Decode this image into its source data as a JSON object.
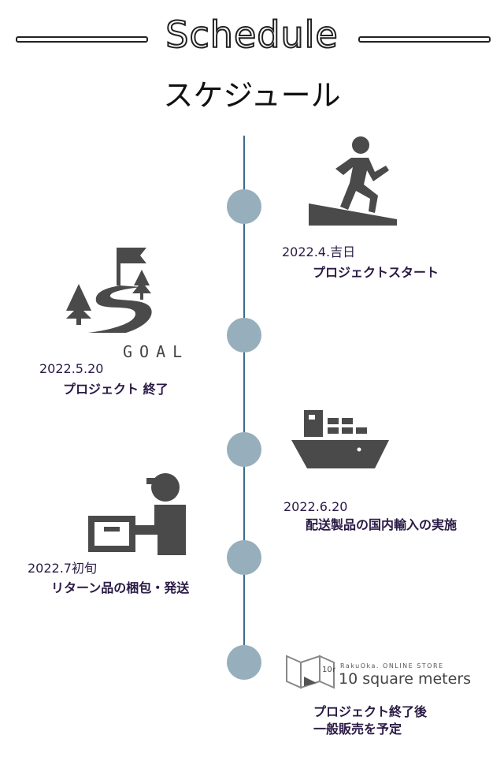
{
  "header": {
    "title_en": "Schedule",
    "title_jp": "スケジュール"
  },
  "timeline": [
    {
      "date": "2022.4.吉日",
      "desc": "プロジェクトスタート",
      "icon": "runner-icon"
    },
    {
      "date": "2022.5.20",
      "desc": "プロジェクト 終了",
      "icon": "goal-icon",
      "icon_label": "GOAL"
    },
    {
      "date": "2022.6.20",
      "desc": "配送製品の国内輸入の実施",
      "icon": "ship-icon"
    },
    {
      "date": "2022.7初旬",
      "desc": "リターン品の梱包・発送",
      "icon": "delivery-icon"
    },
    {
      "desc_lines": [
        "プロジェクト終了後",
        "一般販売を予定"
      ],
      "icon": "store-logo"
    }
  ],
  "store": {
    "subtitle": "RakuOka. ONLINE STORE",
    "name": "10 square meters",
    "badge": "10㎡"
  },
  "colors": {
    "dot": "#97aebc",
    "line": "#3d6b8a",
    "text": "#2a1a45",
    "icon": "#4a4a4a"
  }
}
